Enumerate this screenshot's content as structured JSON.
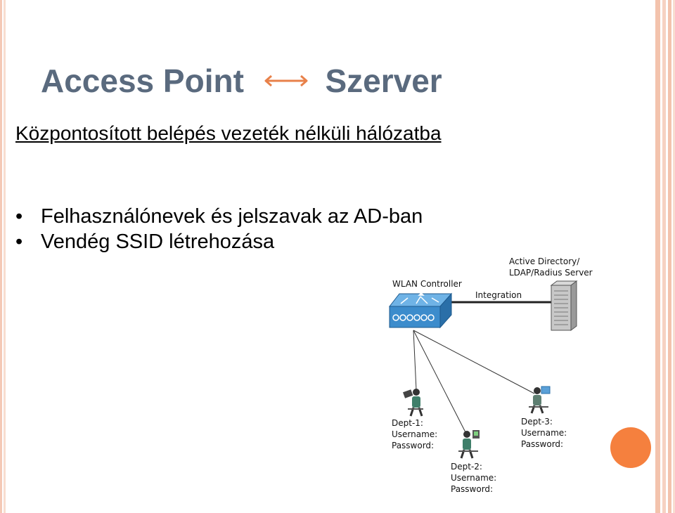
{
  "slide": {
    "title_left": "Access Point",
    "title_right": "Szerver",
    "subtitle": "Központosított belépés vezeték nélküli hálózatba",
    "bullets": [
      "Felhasználónevek és jelszavak az AD-ban",
      "Vendég SSID létrehozása"
    ],
    "bullet_glyph": "•"
  },
  "diagram": {
    "server_label_line1": "Active Directory/",
    "server_label_line2": "LDAP/Radius Server",
    "controller_label": "WLAN Controller",
    "link_label": "Integration",
    "users": [
      {
        "dept": "Dept-1:",
        "username": "Username:",
        "password": "Password:"
      },
      {
        "dept": "Dept-2:",
        "username": "Username:",
        "password": "Password:"
      },
      {
        "dept": "Dept-3:",
        "username": "Username:",
        "password": "Password:"
      }
    ]
  },
  "colors": {
    "title": "#5a6a7e",
    "arrow": "#e8814a",
    "accent_circle": "#f5803e",
    "controller": "#3c8ccc"
  }
}
